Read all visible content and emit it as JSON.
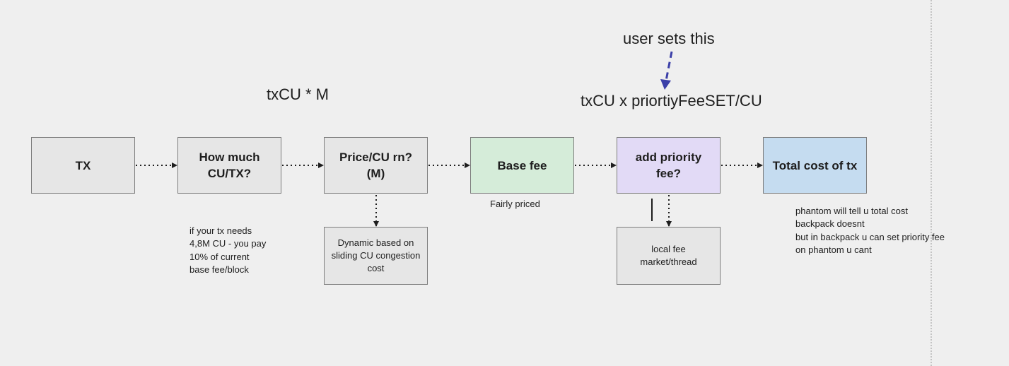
{
  "boxes": {
    "tx": "TX",
    "cu_per_tx": "How much\nCU/TX?",
    "price_cu": "Price/CU rn?\n(M)",
    "base_fee": "Base fee",
    "priority_fee": "add priority\nfee?",
    "total_cost": "Total cost of tx",
    "dynamic": "Dynamic based on\nsliding CU congestion\ncost",
    "local_fee": "local fee\nmarket/thread"
  },
  "labels": {
    "formula_base": "txCU * M",
    "formula_priority": "txCU x priortiyFeeSET/CU",
    "user_sets": "user sets this",
    "fairly_priced": "Fairly priced"
  },
  "notes": {
    "cu_example": "if your tx needs\n4,8M CU - you pay\n10% of current\nbase fee/block",
    "wallets": "phantom will tell u total cost\nbackpack doesnt\nbut in backpack u can set priority fee\non phantom u cant"
  },
  "colors": {
    "box_grey": "#e6e6e6",
    "box_green": "#d5ecd9",
    "box_purple": "#e2daf6",
    "box_blue": "#c5dcf0",
    "annotation_arrow": "#3b3fa8",
    "canvas": "#efefef"
  }
}
